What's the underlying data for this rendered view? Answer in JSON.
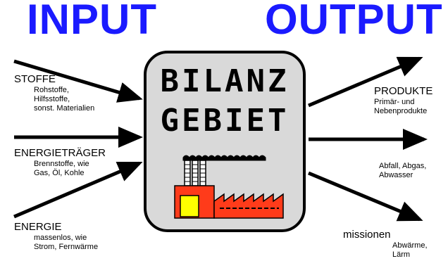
{
  "headings": {
    "input": "INPUT",
    "output": "OUTPUT"
  },
  "center": {
    "line1": "BILANZ",
    "line2": "GEBIET"
  },
  "inputs": [
    {
      "title": "STOFFE",
      "detail_lines": [
        "Rohstoffe,",
        "Hilfsstoffe,",
        "sonst. Materialien"
      ]
    },
    {
      "title": "ENERGIETRÄGER",
      "detail_lines": [
        "Brennstoffe, wie",
        "Gas, Öl, Kohle"
      ]
    },
    {
      "title": "ENERGIE",
      "detail_lines": [
        "massenlos, wie",
        "Strom, Fernwärme"
      ]
    }
  ],
  "outputs": [
    {
      "title": "PRODUKTE",
      "detail_lines": [
        "Primär- und",
        "Nebenprodukte"
      ]
    },
    {
      "title": "",
      "detail_lines": [
        "Abfall, Abgas,",
        "Abwasser"
      ]
    },
    {
      "title": "missionen",
      "detail_lines": [
        "Abwärme,",
        "Lärm"
      ]
    }
  ],
  "colors": {
    "heading": "#1a1aff",
    "box_fill": "#d9d9d9",
    "factory_red": "#ff3b1a",
    "factory_yellow": "#ffff00",
    "chimney": "#ffffff"
  }
}
